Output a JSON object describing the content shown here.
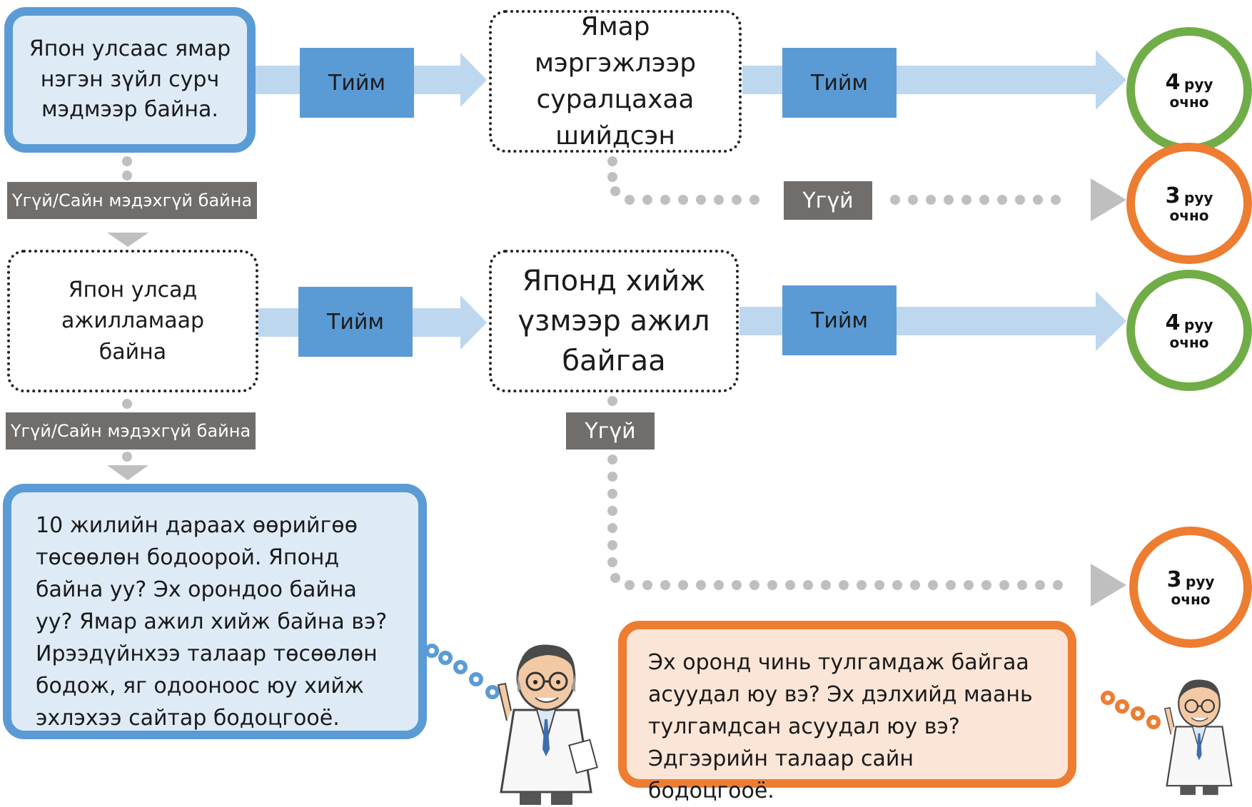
{
  "start_box": {
    "text": "Япон улсаас ямар нэгэн зүйл сурч мэдмээр байна."
  },
  "q_profession": {
    "text": "Ямар мэргэжлээр суралцахаа шийдсэн"
  },
  "q_work_japan": {
    "text": "Япон улсад ажилламаар байна"
  },
  "q_job_in_japan": {
    "text": "Японд хийж үзмээр ажил байгаа"
  },
  "yes_label": "Тийм",
  "no_label": "Үгүй",
  "no_unsure_label": "Үгүй/Сайн мэдэхгүй байна",
  "advice_future": {
    "text": "10 жилийн дараах өөрийгөө төсөөлөн бодоорой. Японд байна уу? Эх орондоо байна уу? Ямар ажил хийж байна вэ? Ирээдүйнхээ талаар төсөөлөн бодож, яг одооноос юу хийж эхлэхээ сайтар бодоцгооё."
  },
  "advice_home": {
    "text": "Эх оронд чинь тулгамдаж байгаа асуудал юу вэ? Эх дэлхийд маань тулгамдсан асуудал юу вэ? Эдгээрийн талаар сайн бодоцгооё."
  },
  "targets": [
    {
      "num": "4",
      "unit": "руу",
      "goes": "очно",
      "color": "#70ad47"
    },
    {
      "num": "3",
      "unit": "руу",
      "goes": "очно",
      "color": "#ed7d31"
    },
    {
      "num": "4",
      "unit": "руу",
      "goes": "очно",
      "color": "#70ad47"
    },
    {
      "num": "3",
      "unit": "руу",
      "goes": "очно",
      "color": "#ed7d31"
    }
  ],
  "colors": {
    "blue": "#5b9bd5",
    "light_blue": "#deebf7",
    "arrow_blue": "#bdd7ee",
    "green": "#70ad47",
    "orange": "#ed7d31",
    "light_orange": "#fbe5d6",
    "gray_label": "#706d6b",
    "gray_dots": "#bfbfbf"
  }
}
